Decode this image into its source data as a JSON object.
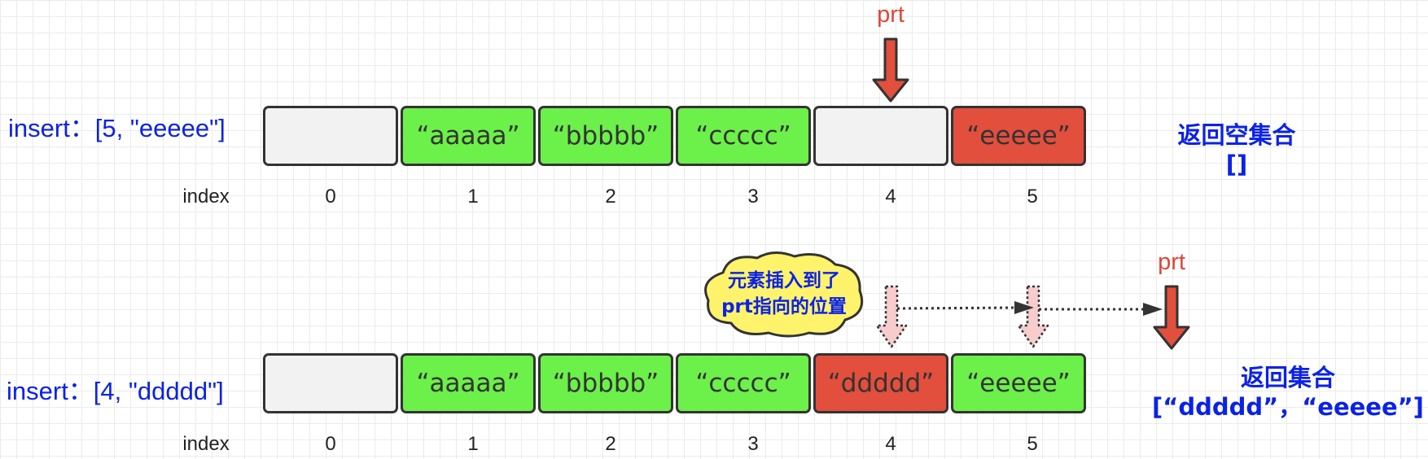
{
  "index_label": "index",
  "indices": [
    "0",
    "1",
    "2",
    "3",
    "4",
    "5"
  ],
  "rows": [
    {
      "insert_label": "insert：[5, \"eeeee\"]",
      "cells": [
        {
          "text": "",
          "color": "#f2f2f2"
        },
        {
          "text": "“aaaaa”",
          "color": "#6cf04a"
        },
        {
          "text": "“bbbbb”",
          "color": "#6cf04a"
        },
        {
          "text": "“ccccc”",
          "color": "#6cf04a"
        },
        {
          "text": "",
          "color": "#f2f2f2"
        },
        {
          "text": "“eeeee”",
          "color": "#e24f3d"
        }
      ],
      "pointer_label": "prt",
      "result_title": "返回空集合",
      "result_value": "[]"
    },
    {
      "insert_label": "insert：[4, \"ddddd\"]",
      "cells": [
        {
          "text": "",
          "color": "#f2f2f2"
        },
        {
          "text": "“aaaaa”",
          "color": "#6cf04a"
        },
        {
          "text": "“bbbbb”",
          "color": "#6cf04a"
        },
        {
          "text": "“ccccc”",
          "color": "#6cf04a"
        },
        {
          "text": "“ddddd”",
          "color": "#e24f3d"
        },
        {
          "text": "“eeeee”",
          "color": "#6cf04a"
        }
      ],
      "pointer_label": "prt",
      "result_title": "返回集合",
      "result_value": "[“ddddd”，“eeeee”]",
      "callout": [
        "元素插入到了",
        "prt指向的位置"
      ]
    }
  ],
  "colors": {
    "label_blue": "#0b22e6",
    "pointer_red": "#d9483b",
    "empty_cell": "#f2f2f2",
    "filled_cell": "#6cf04a",
    "highlight_cell": "#e24f3d",
    "callout_fill": "#fff36b",
    "ghost_arrow": "#f7cccc"
  }
}
